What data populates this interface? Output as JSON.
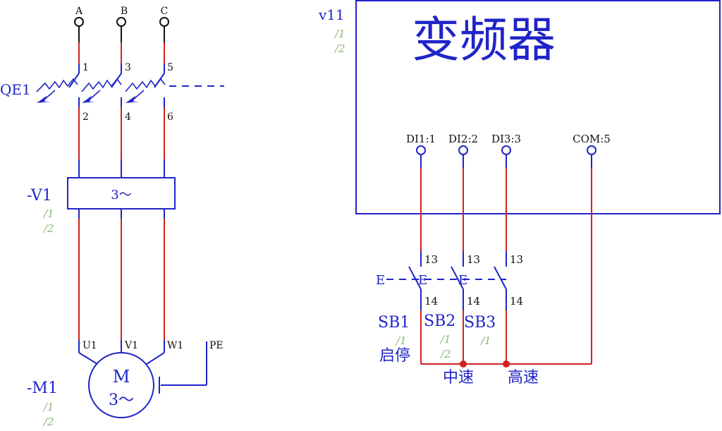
{
  "power": {
    "phases": [
      "A",
      "B",
      "C"
    ],
    "breaker": {
      "tag": "QE1",
      "top_terminals": [
        "1",
        "3",
        "5"
      ],
      "bottom_terminals": [
        "2",
        "4",
        "6"
      ]
    },
    "converter": {
      "tag": "-V1",
      "symbol": "3～",
      "refs": [
        "/1",
        "/2"
      ]
    },
    "motor": {
      "tag": "-M1",
      "letter": "M",
      "symbol": "3～",
      "terminals": [
        "U1",
        "V1",
        "W1"
      ],
      "pe": "PE",
      "refs": [
        "/1",
        "/2"
      ]
    }
  },
  "vfd": {
    "tag": "v11",
    "title": "变频器",
    "refs": [
      "/1",
      "/2"
    ],
    "terminals": [
      "DI1:1",
      "DI2:2",
      "DI3:3",
      "COM:5"
    ]
  },
  "switches": {
    "contact_top": [
      "13",
      "13",
      "13"
    ],
    "contact_bottom": [
      "14",
      "14",
      "14"
    ],
    "actuator": [
      "E",
      "E",
      "E"
    ],
    "tags": [
      "SB1",
      "SB2",
      "SB3"
    ],
    "refs": {
      "sb1": "/1",
      "sb2": [
        "/1",
        "/2"
      ],
      "sb3": "/1"
    },
    "functions": [
      "启停",
      "中速",
      "高速"
    ]
  },
  "colors": {
    "wire_red": "#d42020",
    "line_blue": "#1f24c8",
    "ref_green": "#8cb87a",
    "node_red": "#d42020"
  }
}
